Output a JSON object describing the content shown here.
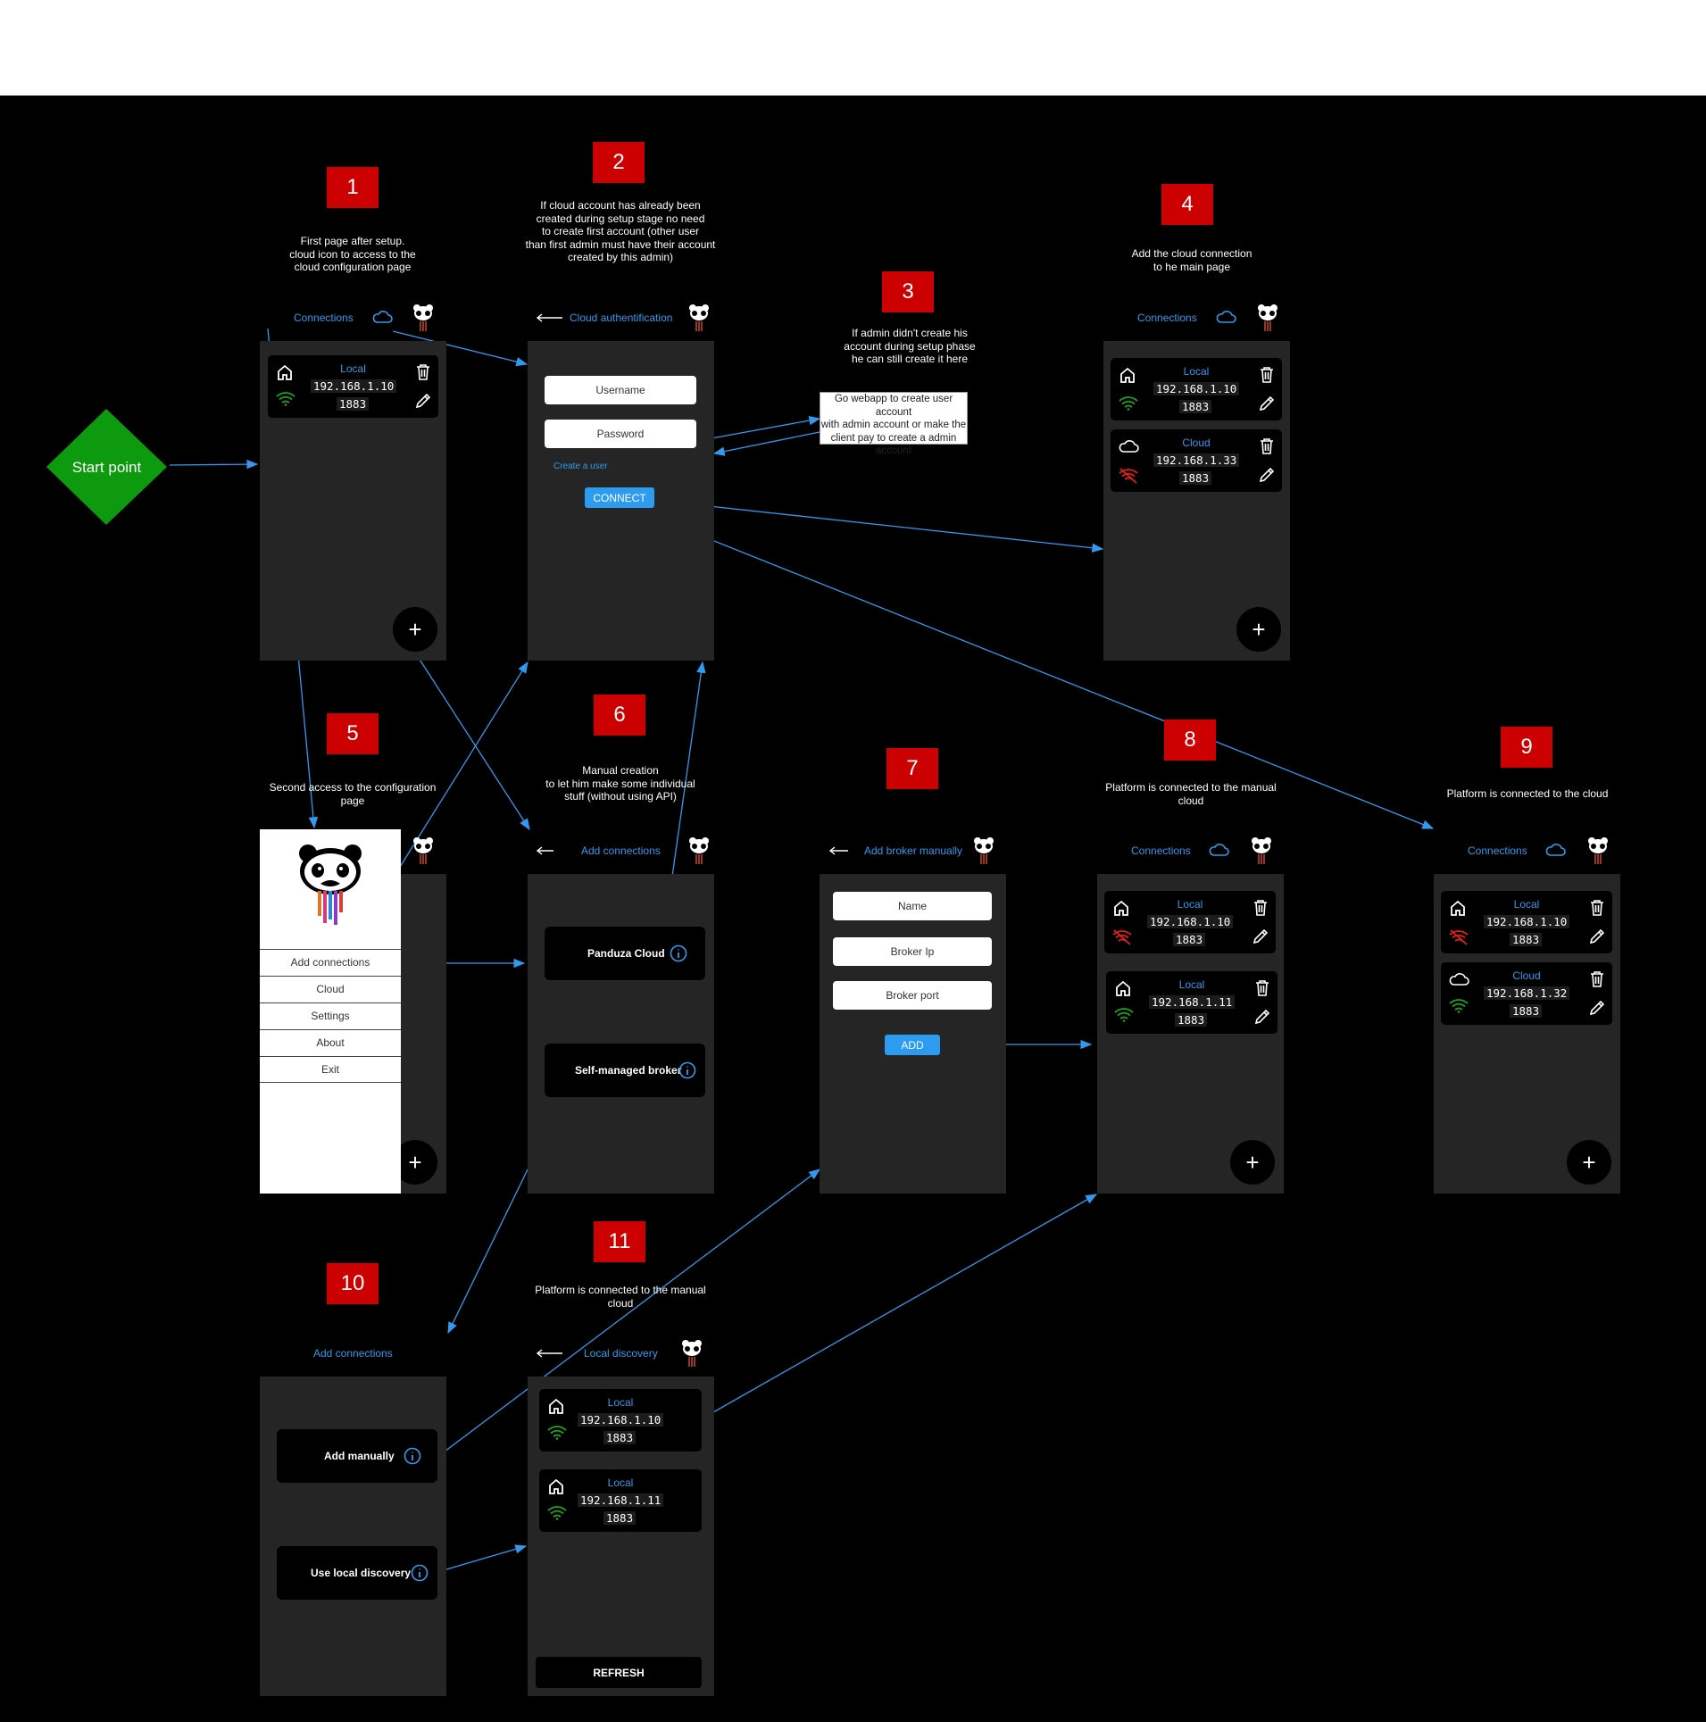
{
  "start_label": "Start point",
  "badges": [
    "1",
    "2",
    "3",
    "4",
    "5",
    "6",
    "7",
    "8",
    "9",
    "10",
    "11"
  ],
  "captions": {
    "c1": "First page after setup.\ncloud icon to access to the\ncloud configuration page",
    "c2": "If cloud account has already been\ncreated during setup stage no need\nto create first account (other user\nthan first admin must have their account\ncreated by this admin)",
    "c3": "If admin didn't create his\naccount during setup phase\nhe can still create it here",
    "c4": "Add the cloud connection\nto he main page",
    "c5": "Second access to the configuration\npage",
    "c6": "Manual creation\nto let him make some individual\nstuff (without using API)",
    "c8": "Platform is connected to the manual\ncloud",
    "c9": "Platform is connected to the cloud",
    "c11": "Platform is connected to the manual\ncloud"
  },
  "note3": "Go webapp to create user account\nwith admin account or make the\nclient pay to create a admin account",
  "headers": {
    "connections": "Connections",
    "cloud_auth": "Cloud authentification",
    "add_connections": "Add connections",
    "add_broker": "Add broker manually",
    "local_discovery": "Local discovery"
  },
  "cards": {
    "local_label": "Local",
    "cloud_label": "Cloud",
    "port": "1883",
    "ip10": "192.168.1.10",
    "ip11": "192.168.1.11",
    "ip32": "192.168.1.32",
    "ip33": "192.168.1.33"
  },
  "auth": {
    "username": "Username",
    "password": "Password",
    "create_user": "Create a user",
    "connect": "CONNECT"
  },
  "menu": {
    "items": [
      "Add connections",
      "Cloud",
      "Settings",
      "About",
      "Exit"
    ]
  },
  "add_options": {
    "panduza": "Panduza Cloud",
    "self_managed": "Self-managed broker",
    "manual": "Add manually",
    "discovery": "Use local discovery"
  },
  "broker_form": {
    "name": "Name",
    "ip": "Broker Ip",
    "port": "Broker port",
    "add": "ADD"
  },
  "refresh": "REFRESH",
  "fab": "+",
  "colors": {
    "accent": "#3399ee",
    "badge": "#cc0000",
    "start": "#0e9a0e",
    "wifi_ok": "#1fa21f",
    "wifi_off": "#e01e1e",
    "screen": "#252525"
  }
}
